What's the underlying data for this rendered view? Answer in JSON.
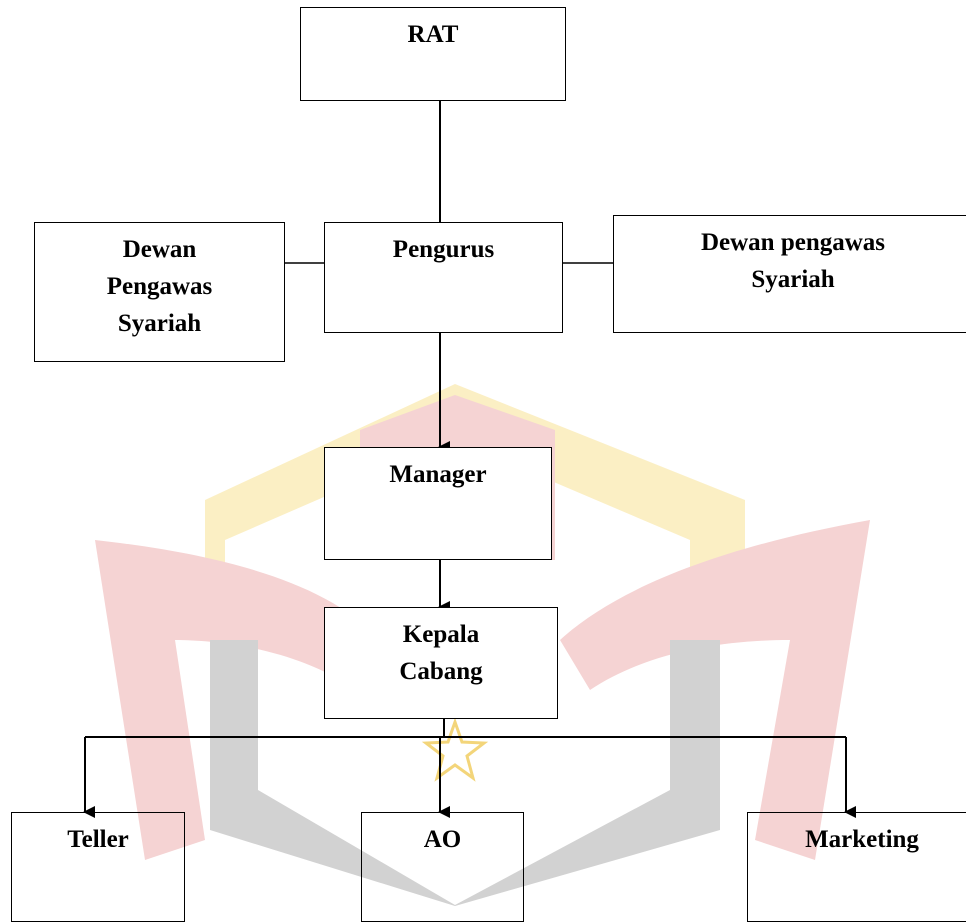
{
  "diagram": {
    "nodes": {
      "rat": "RAT",
      "dps_left_1": "Dewan",
      "dps_left_2": "Pengawas",
      "dps_left_3": "Syariah",
      "pengurus": "Pengurus",
      "dps_right_1": "Dewan pengawas",
      "dps_right_2": "Syariah",
      "manager": "Manager",
      "kepala_1": "Kepala",
      "kepala_2": "Cabang",
      "teller": "Teller",
      "ao": "AO",
      "marketing": "Marketing"
    },
    "watermark_colors": {
      "red": "#f5d3d3",
      "yellow": "#fbefc4",
      "gray": "#d2d2d2"
    }
  }
}
